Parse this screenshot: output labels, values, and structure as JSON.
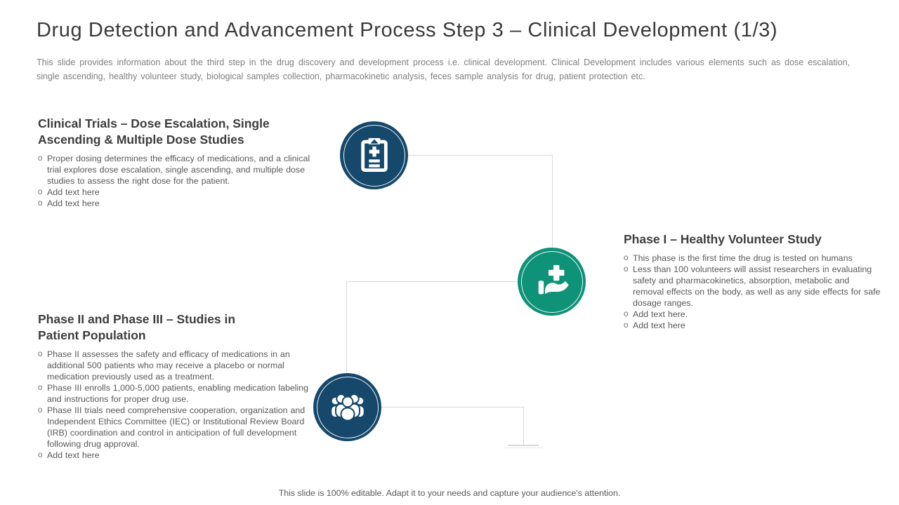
{
  "slide": {
    "title": "Drug Detection and Advancement Process Step 3 – Clinical Development (1/3)",
    "subtitle": "This slide provides information about the third step in the drug discovery and development process i.e. clinical development. Clinical Development includes various elements such as dose escalation, single ascending, healthy volunteer study, biological samples collection, pharmacokinetic analysis, feces sample analysis for drug, patient protection etc.",
    "footer": "This slide is 100% editable. Adapt it to your needs and capture your audience's attention."
  },
  "bullet_marker": "o",
  "sections": [
    {
      "id": "clinical-trials",
      "heading": "Clinical Trials – Dose Escalation, Single Ascending & Multiple Dose Studies",
      "heading_lines": [
        "Clinical Trials – Dose Escalation, Single",
        "Ascending & Multiple Dose Studies"
      ],
      "icon": "clipboard-plus-icon",
      "icon_color": "#15486b",
      "bullets": [
        "Proper dosing determines the efficacy of medications, and a clinical trial explores dose escalation, single ascending, and multiple dose studies to assess the right dose for the patient.",
        "Add text here",
        "Add text here"
      ]
    },
    {
      "id": "phase-1",
      "heading": "Phase I – Healthy Volunteer Study",
      "heading_lines": [
        "Phase I – Healthy Volunteer Study"
      ],
      "icon": "hand-plus-icon",
      "icon_color": "#0e9278",
      "bullets": [
        "This phase is the first time the drug is tested on humans",
        "Less than 100 volunteers will assist researchers in evaluating safety and pharmacokinetics, absorption, metabolic and removal effects on the body, as well as any side effects for safe dosage ranges.",
        "Add text here.",
        "Add text here"
      ]
    },
    {
      "id": "phase-2-3",
      "heading": "Phase II and Phase III – Studies in Patient Population",
      "heading_lines": [
        "Phase II and Phase III – Studies in",
        "Patient Population"
      ],
      "icon": "people-group-icon",
      "icon_color": "#15486b",
      "bullets": [
        "Phase II assesses the safety and efficacy of medications in an additional 500 patients who may receive a placebo or normal medication previously used as a treatment.",
        "Phase III enrolls 1,000-5,000 patients, enabling medication labeling and instructions for proper drug use.",
        "Phase III trials need comprehensive cooperation, organization and Independent Ethics Committee (IEC) or Institutional Review Board (IRB) coordination and control in anticipation of full development following drug approval.",
        "Add text here"
      ]
    }
  ],
  "colors": {
    "navy": "#15486b",
    "teal": "#0e9278",
    "heading_text": "#3d3d3d",
    "body_text": "#595959",
    "subtitle_text": "#7f7f7f",
    "connector": "#d8d8d8"
  }
}
